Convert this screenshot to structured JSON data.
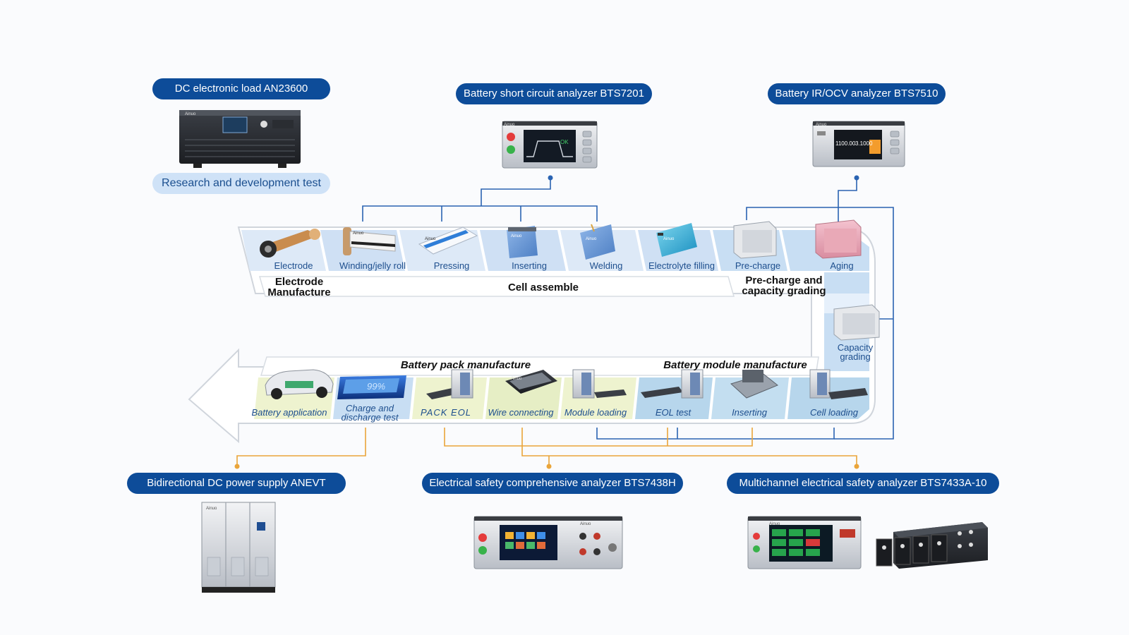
{
  "devices": {
    "dc_load": {
      "label": "DC electronic load AN23600",
      "tag": "Research and development test"
    },
    "short_circuit": {
      "label": "Battery short circuit analyzer BTS7201",
      "screen_text": "OK"
    },
    "ir_ocv": {
      "label": "Battery IR/OCV analyzer BTS7510",
      "screen_value_1": "1100.00",
      "screen_value_2": "3.1000"
    },
    "power_supply": {
      "label": "Bidirectional DC power supply ANEVT"
    },
    "safety_comprehensive": {
      "label": "Electrical safety comprehensive analyzer BTS7438H"
    },
    "safety_multichannel": {
      "label": "Multichannel electrical safety analyzer BTS7433A-10"
    }
  },
  "brand": "Ainuo",
  "phases": {
    "electrode": "Electrode Manufacture",
    "cell": "Cell assemble",
    "precharge": "Pre-charge and capacity grading",
    "pack": "Battery pack manufacture",
    "module": "Battery module manufacture"
  },
  "upper_steps": [
    "Electrode",
    "Winding/jelly roll",
    "Pressing",
    "Inserting",
    "Welding",
    "Electrolyte filling",
    "Pre-charge",
    "Aging"
  ],
  "side_step": "Capacity grading",
  "lower_steps": [
    "Battery application",
    "Charge and discharge test",
    "PACK EOL",
    "Wire connecting",
    "Module loading",
    "EOL test",
    "Inserting",
    "Cell loading"
  ],
  "battery_display": "99%",
  "colors": {
    "pill": "#0d4c99",
    "blue_line": "#2a63b2",
    "orange_line": "#eaa53a",
    "band_blue": "#c8def3",
    "band_yellow": "#eef3cf"
  }
}
